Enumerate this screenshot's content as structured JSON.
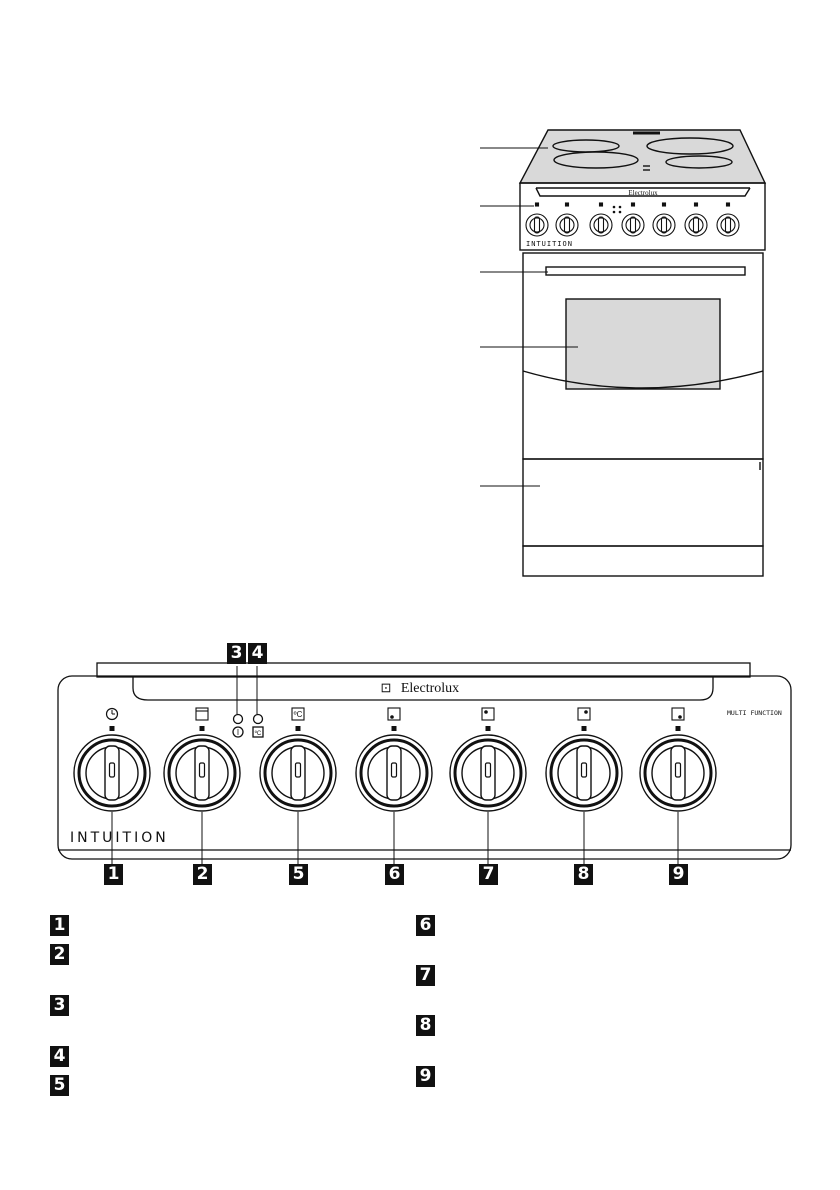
{
  "brand": "Electrolux",
  "model": "INTUITION",
  "function_label": "MULTI FUNCTION",
  "panel_symbols": {
    "timer": "◷",
    "oven_light": "□",
    "power_indicator": "○",
    "thermostat_indicator": "○",
    "temperature": "ºC",
    "zone_front_left": "▫",
    "zone_rear_left": "▫",
    "zone_rear_right": "▫",
    "zone_front_right": "▫"
  },
  "indicator_captions": {
    "power": "I",
    "thermostat": "ºC"
  },
  "callouts": [
    "1",
    "2",
    "3",
    "4",
    "5",
    "6",
    "7",
    "8",
    "9"
  ],
  "legend_left": [
    "1",
    "2",
    "3",
    "4",
    "5"
  ],
  "legend_right": [
    "6",
    "7",
    "8",
    "9"
  ],
  "colors": {
    "cooktop": "#d9d9d9",
    "outline": "#111111",
    "badge": "#111111"
  }
}
